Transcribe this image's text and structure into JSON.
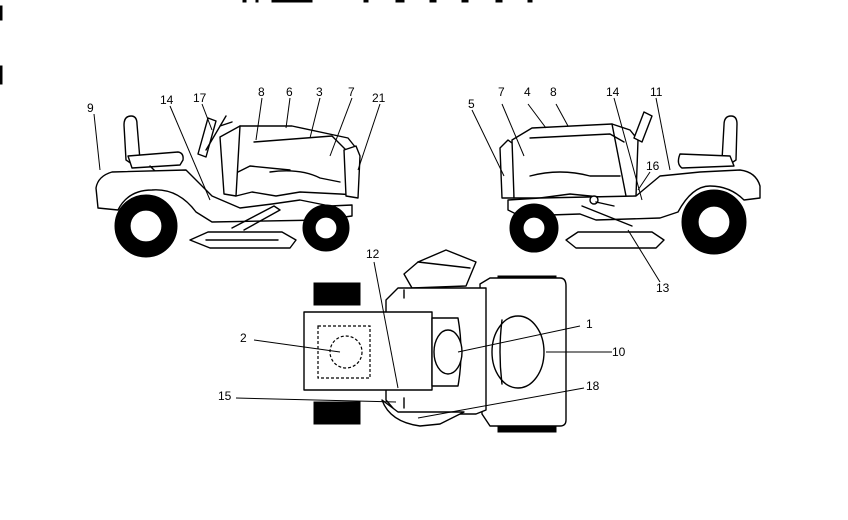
{
  "callouts": {
    "c1": "1",
    "c2": "2",
    "c3": "3",
    "c4": "4",
    "c5": "5",
    "c6": "6",
    "c7a": "7",
    "c7b": "7",
    "c8a": "8",
    "c8b": "8",
    "c9": "9",
    "c10": "10",
    "c11": "11",
    "c12": "12",
    "c13": "13",
    "c14a": "14",
    "c14b": "14",
    "c15": "15",
    "c16": "16",
    "c17": "17",
    "c18": "18",
    "c21": "21"
  }
}
